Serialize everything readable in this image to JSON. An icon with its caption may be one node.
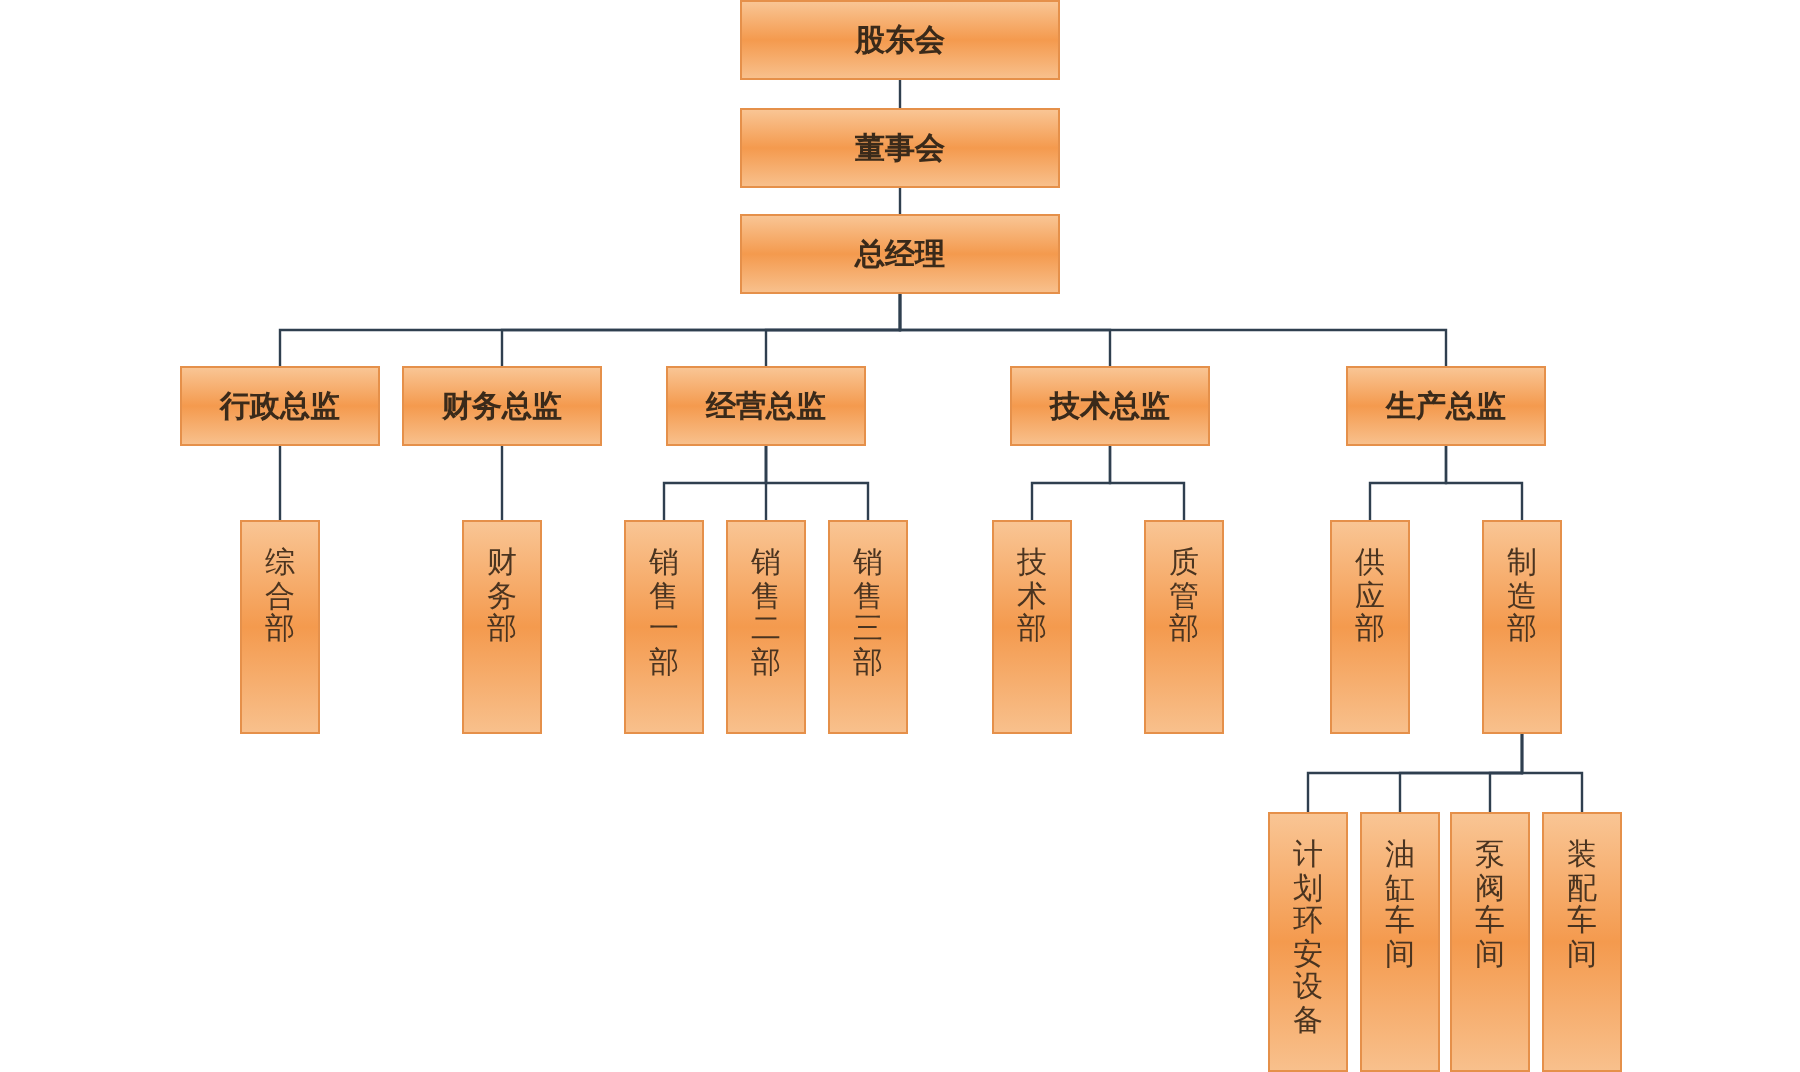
{
  "diagram": {
    "nodes": [
      {
        "text": [
          "股东会"
        ]
      },
      {
        "text": [
          "董事会"
        ]
      },
      {
        "text": [
          "总经理"
        ]
      },
      {
        "text": [
          "行政总监"
        ]
      },
      {
        "text": [
          "财务总监"
        ]
      },
      {
        "text": [
          "经营总监"
        ]
      },
      {
        "text": [
          "技术总监"
        ]
      },
      {
        "text": [
          "生产总监"
        ]
      },
      {
        "text": [
          "综合部"
        ]
      },
      {
        "text": [
          "财务部"
        ]
      },
      {
        "text": [
          "销售一部"
        ]
      },
      {
        "text": [
          "销售二部"
        ]
      },
      {
        "text": [
          "销售三部"
        ]
      },
      {
        "text": [
          "技术部"
        ]
      },
      {
        "text": [
          "质管部"
        ]
      },
      {
        "text": [
          "供应部"
        ]
      },
      {
        "text": [
          "制造部"
        ]
      },
      {
        "text": [
          "计划环安设备"
        ]
      },
      {
        "text": [
          "油缸车间"
        ]
      },
      {
        "text": [
          "泵阀车间"
        ]
      },
      {
        "text": [
          "装配车间"
        ]
      }
    ],
    "edges": [
      {
        "from": 0,
        "to": 1,
        "arrow": "none"
      },
      {
        "from": 1,
        "to": 2,
        "arrow": "none"
      },
      {
        "from": 2,
        "to": 3,
        "arrow": "none"
      },
      {
        "from": 2,
        "to": 4,
        "arrow": "none"
      },
      {
        "from": 2,
        "to": 5,
        "arrow": "none"
      },
      {
        "from": 2,
        "to": 6,
        "arrow": "none"
      },
      {
        "from": 2,
        "to": 7,
        "arrow": "none"
      },
      {
        "from": 3,
        "to": 8,
        "arrow": "none"
      },
      {
        "from": 4,
        "to": 9,
        "arrow": "none"
      },
      {
        "from": 5,
        "to": 10,
        "arrow": "none"
      },
      {
        "from": 5,
        "to": 11,
        "arrow": "none"
      },
      {
        "from": 5,
        "to": 12,
        "arrow": "none"
      },
      {
        "from": 6,
        "to": 13,
        "arrow": "none"
      },
      {
        "from": 6,
        "to": 14,
        "arrow": "none"
      },
      {
        "from": 7,
        "to": 15,
        "arrow": "none"
      },
      {
        "from": 7,
        "to": 16,
        "arrow": "none"
      },
      {
        "from": 16,
        "to": 17,
        "arrow": "none"
      },
      {
        "from": 16,
        "to": 18,
        "arrow": "none"
      },
      {
        "from": 16,
        "to": 19,
        "arrow": "none"
      },
      {
        "from": 16,
        "to": 20,
        "arrow": "none"
      }
    ]
  }
}
